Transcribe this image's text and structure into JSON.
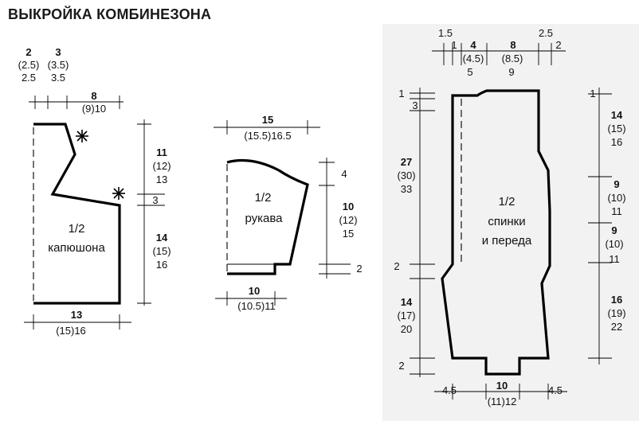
{
  "title": "ВЫКРОЙКА КОМБИНЕЗОНА",
  "hood": {
    "label_fraction": "1/2",
    "label_name": "капюшона",
    "top_a": [
      "2",
      "(2.5)",
      "2.5"
    ],
    "top_b": [
      "3",
      "(3.5)",
      "3.5"
    ],
    "top_width": [
      "8",
      "(9)10"
    ],
    "right_upper": [
      "11",
      "(12)",
      "13"
    ],
    "right_notch": "3",
    "right_lower": [
      "14",
      "(15)",
      "16"
    ],
    "bottom": [
      "13",
      "(15)16"
    ],
    "marker_symbol": "✷"
  },
  "sleeve": {
    "label_fraction": "1/2",
    "label_name": "рукава",
    "top": [
      "15",
      "(15.5)16.5"
    ],
    "right_cap": "4",
    "right_main": [
      "10",
      "(12)",
      "15"
    ],
    "right_cuff": "2",
    "bottom": [
      "10",
      "(10.5)11"
    ]
  },
  "body": {
    "label_fraction": "1/2",
    "label_line1": "спинки",
    "label_line2": "и переда",
    "top_a": "1.5",
    "top_b": "1",
    "top_c": [
      "4",
      "(4.5)",
      "5"
    ],
    "top_d": [
      "8",
      "(8.5)",
      "9"
    ],
    "top_e": "2.5",
    "top_f": "2",
    "left_a": "1",
    "left_b": "3",
    "left_main": [
      "27",
      "(30)",
      "33"
    ],
    "left_crotch": "2",
    "left_leg": [
      "14",
      "(17)",
      "20"
    ],
    "left_cuff": "2",
    "right_a": "1",
    "right_b": [
      "14",
      "(15)",
      "16"
    ],
    "right_c": [
      "9",
      "(10)",
      "11"
    ],
    "right_d": [
      "9",
      "(10)",
      "11"
    ],
    "right_e": [
      "16",
      "(19)",
      "22"
    ],
    "bottom_left": "4.5",
    "bottom_mid": [
      "10",
      "(11)12"
    ],
    "bottom_right": "4.5"
  }
}
